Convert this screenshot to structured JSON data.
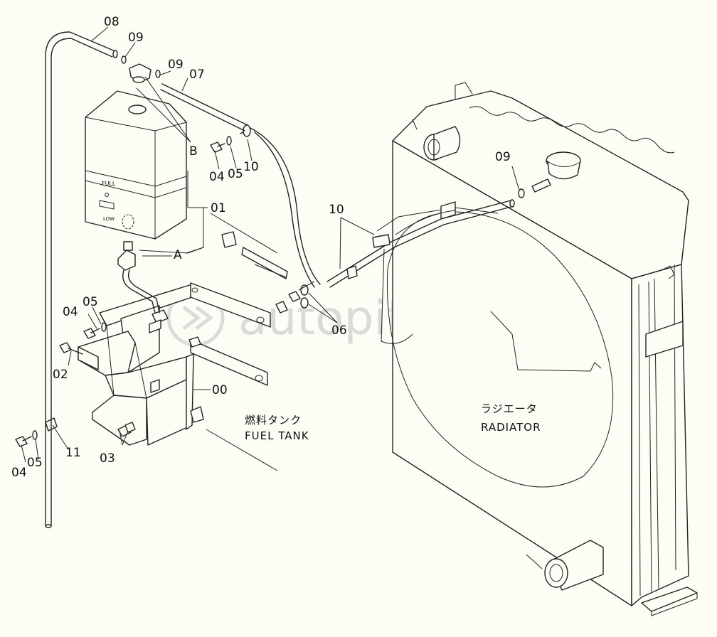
{
  "parts": {
    "p00": "00",
    "p01": "01",
    "p02": "02",
    "p03": "03",
    "p04a": "04",
    "p04b": "04",
    "p04c": "04",
    "p05a": "05",
    "p05b": "05",
    "p05c": "05",
    "p06": "06",
    "p07": "07",
    "p08": "08",
    "p09a": "09",
    "p09b": "09",
    "p09c": "09",
    "p10a": "10",
    "p10b": "10",
    "p11": "11"
  },
  "refs": {
    "a": "A",
    "b": "B"
  },
  "tank": {
    "jp": "燃料タンク",
    "en": "FUEL TANK",
    "mark_full": "FULL",
    "mark_low": "LOW"
  },
  "radiator": {
    "jp": "ラジエータ",
    "en": "RADIATOR"
  },
  "watermark": "autopiter.ru"
}
